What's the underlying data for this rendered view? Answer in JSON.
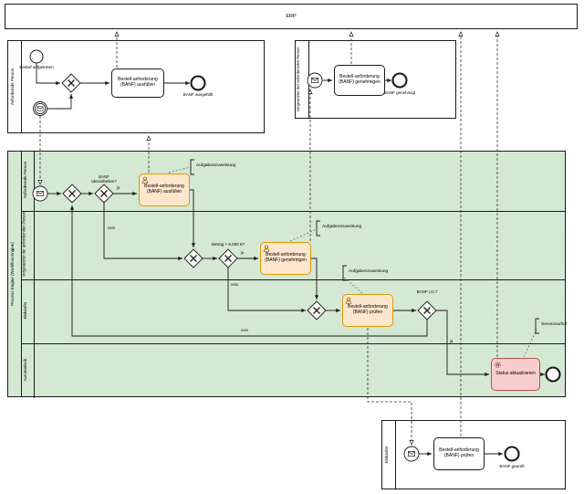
{
  "diagram": {
    "erp": {
      "label": "ERP"
    },
    "requester": {
      "label": "Anfordernde Person",
      "start_label": "Bedarf aufgetreten",
      "task_fill": "Bestell-anforderung (BANF) ausfüllen",
      "end_label": "BANF ausgefüllt"
    },
    "supervisor": {
      "label": "Vorgesetzter der anfordernden Person",
      "task_approve": "Bestell-anforderung (BANF) genehmigen",
      "end_label": "BANF genehmigt"
    },
    "engine": {
      "label": "Process Engine (Workflow Engine)",
      "lanes": {
        "requester": "Anfordernde Person",
        "supervisor": "Vorgesetzter der anfordernden Person",
        "buyer": "Einkäufer",
        "automatic": "Automatisch"
      },
      "q_rework": "BANF überarbeiten?",
      "q_amount": "Betrag > 5.000 €?",
      "q_ok": "BANF i.O.?",
      "task_fill": "Bestell-anforderung (BANF) ausfüllen",
      "task_approve": "Bestell-anforderung (BANF) genehmigen",
      "task_check": "Bestell-anforderung (BANF) prüfen",
      "task_status": "Status aktualisieren",
      "ann_assign": "Aufgabenzuweisung",
      "ann_service": "Serviceaufruf",
      "yes": "ja",
      "no": "nein"
    },
    "buyer": {
      "label": "Einkäufer",
      "task_check": "Bestell-anforderung (BANF) prüfen",
      "end_label": "BANF geprüft"
    },
    "colors": {
      "engine_fill": "#d5e8d4",
      "user_task_fill": "#ffe6cc",
      "user_task_border": "#d79b00",
      "service_task_fill": "#f8cecc",
      "service_task_border": "#b85450"
    }
  }
}
